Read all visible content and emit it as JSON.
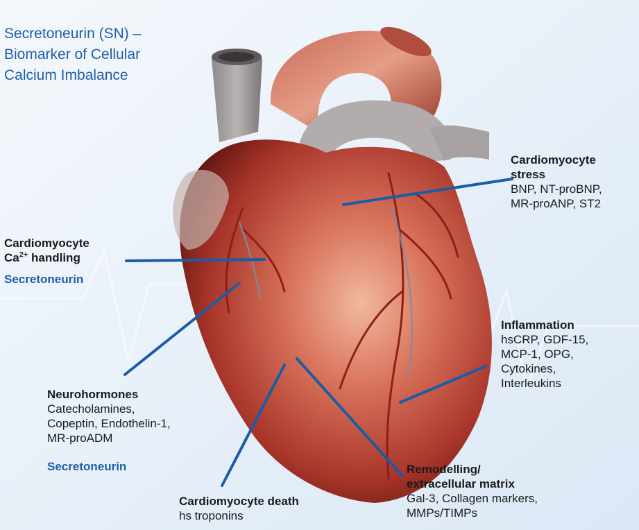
{
  "title": {
    "line1": "Secretoneurin (SN) –",
    "line2": "Biomarker of Cellular",
    "line3": "Calcium Imbalance"
  },
  "labels": {
    "stress": {
      "heading1": "Cardiomyocyte",
      "heading2": "stress",
      "line1": "BNP, NT-proBNP,",
      "line2": "MR-proANP, ST2"
    },
    "calcium": {
      "heading1": "Cardiomyocyte",
      "heading2_text": "Ca",
      "heading2_sup": "2+",
      "heading2_rest": " handling",
      "marker": "Secretoneurin"
    },
    "inflammation": {
      "heading": "Inflammation",
      "line1": "hsCRP, GDF-15,",
      "line2": "MCP-1, OPG,",
      "line3": "Cytokines,",
      "line4": "Interleukins"
    },
    "neuro": {
      "heading": "Neurohormones",
      "line1": "Catecholamines,",
      "line2": "Copeptin, Endothelin-1,",
      "line3": "MR-proADM",
      "marker": "Secretoneurin"
    },
    "remodelling": {
      "heading1": "Remodelling/",
      "heading2": "extracellular matrix",
      "line1": "Gal-3, Collagen markers,",
      "line2": "MMPs/TIMPs"
    },
    "death": {
      "heading": "Cardiomyocyte death",
      "line1": "hs troponins"
    }
  },
  "colors": {
    "accent_blue": "#1f5fa8",
    "connector": "#1b5ca6",
    "background": "#e8f1fa"
  }
}
